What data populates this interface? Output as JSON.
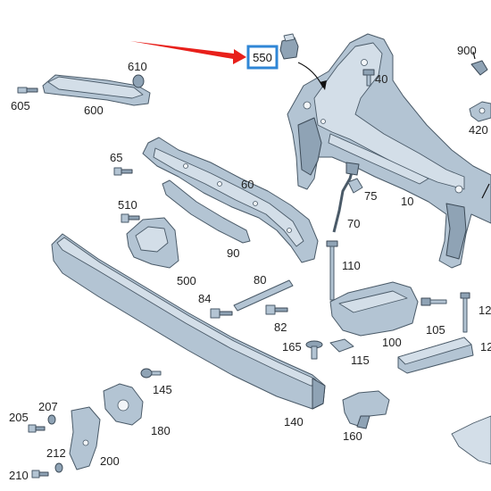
{
  "highlight": {
    "label": "550",
    "box_color": "#2f86d6",
    "arrow_color": "#e8201b"
  },
  "callouts": {
    "c10": "10",
    "c40": "40",
    "c60": "60",
    "c65": "65",
    "c70": "70",
    "c75": "75",
    "c80": "80",
    "c82": "82",
    "c84": "84",
    "c90": "90",
    "c100": "100",
    "c105": "105",
    "c110": "110",
    "c115": "115",
    "c120a": "12",
    "c120b": "12",
    "c140": "140",
    "c145": "145",
    "c160": "160",
    "c165": "165",
    "c180": "180",
    "c200": "200",
    "c205": "205",
    "c207": "207",
    "c210": "210",
    "c212": "212",
    "c420": "420",
    "c500": "500",
    "c510": "510",
    "c600": "600",
    "c605": "605",
    "c610": "610",
    "c900": "900"
  },
  "colors": {
    "part_fill": "#b3c4d3",
    "part_outline": "#4a5a68"
  }
}
